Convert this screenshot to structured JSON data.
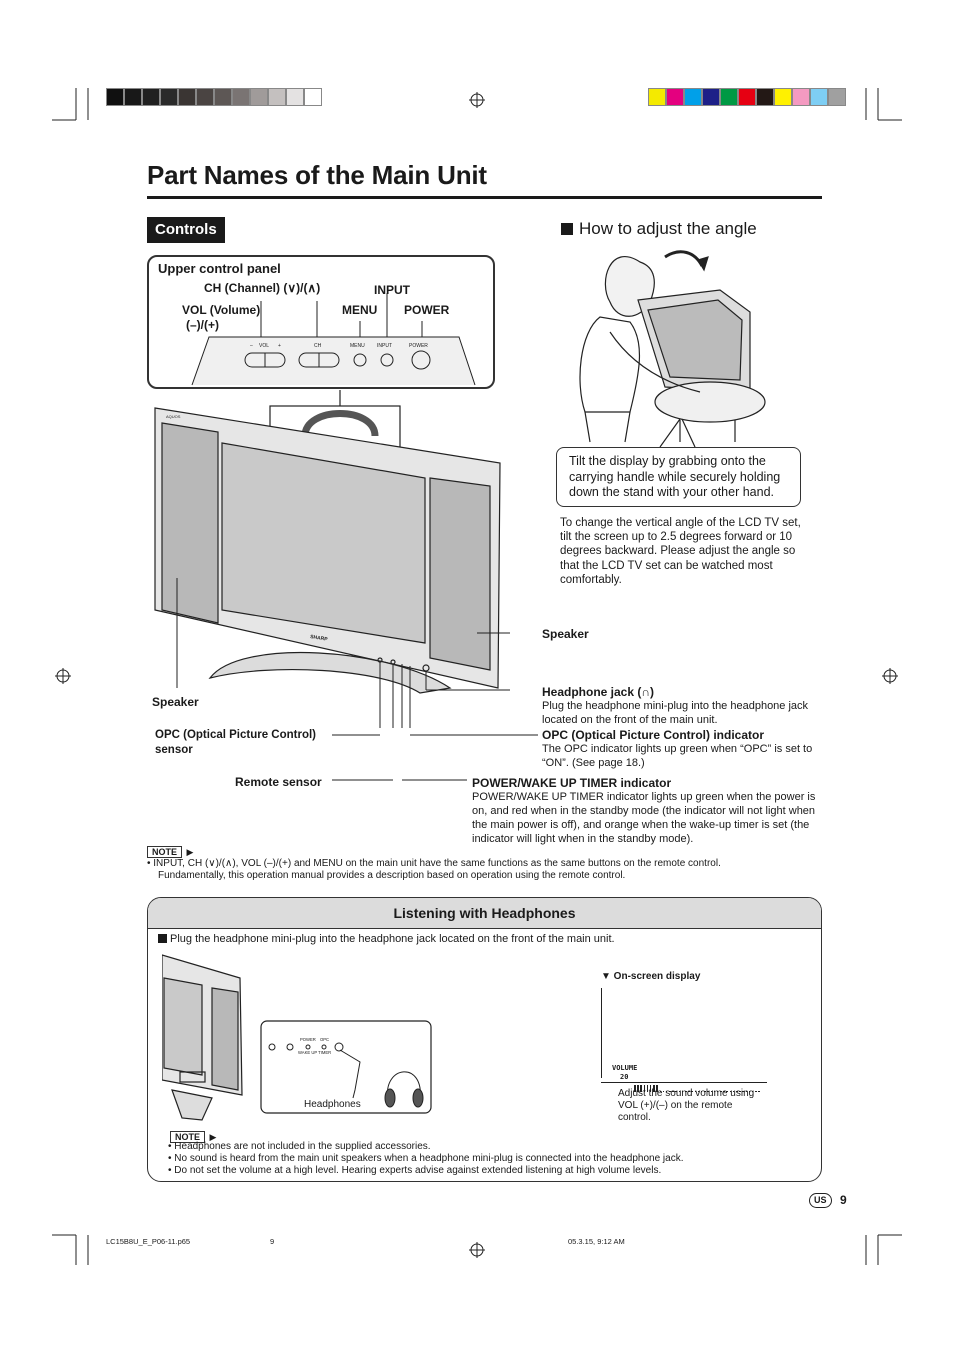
{
  "page": {
    "title": "Part Names of the Main Unit",
    "page_number": "9",
    "region_badge": "US"
  },
  "controls": {
    "tab_label": "Controls",
    "panel_title": "Upper control panel",
    "labels": {
      "ch": "CH (Channel) (∨)/(∧)",
      "input": "INPUT",
      "vol": "VOL (Volume)",
      "vol_sub": "(–)/(+)",
      "menu": "MENU",
      "power": "POWER"
    },
    "panel_print": {
      "minus": "–",
      "vol": "VOL",
      "plus": "+",
      "ch": "CH",
      "menu": "MENU",
      "input": "INPUT",
      "power": "POWER"
    }
  },
  "tv_print": {
    "brand": "SHARP",
    "model": "AQUOS"
  },
  "angle": {
    "heading": "How to adjust the angle",
    "tip": "Tilt the display by grabbing onto the carrying handle while securely holding down the stand with your other hand.",
    "body": "To change the vertical angle of the LCD TV set, tilt the screen up to 2.5 degrees forward or 10 degrees backward. Please adjust the angle so that the LCD TV set can be watched most comfortably."
  },
  "callouts": {
    "speaker_right": "Speaker",
    "speaker_left": "Speaker",
    "headphone_title": "Headphone jack (∩)",
    "headphone_desc": "Plug the headphone mini-plug into the headphone jack located on the front of the main unit.",
    "opc_sensor": "OPC (Optical Picture Control) sensor",
    "opc_ind_title": "OPC (Optical Picture Control) indicator",
    "opc_ind_desc": "The OPC indicator lights up green when “OPC” is set to “ON”. (See page 18.)",
    "remote_sensor": "Remote sensor",
    "power_title": "POWER/WAKE UP TIMER indicator",
    "power_desc": "POWER/WAKE UP TIMER indicator lights up green when the power is on, and red when in the standby mode (the indicator will not light when the main power is off), and orange when the wake-up timer is set (the indicator will light when in the standby mode)."
  },
  "note": {
    "badge": "NOTE",
    "text": "•  INPUT, CH (∨)/(∧), VOL (–)/(+) and MENU on the main unit have the same functions as the same buttons on the remote control.",
    "text2": "Fundamentally, this operation manual provides a description based on operation using the remote control."
  },
  "listening": {
    "heading": "Listening with Headphones",
    "instruction": "Plug the headphone mini-plug into the headphone jack located on the front of the main unit.",
    "onscreen_label": "▼ On-screen display",
    "volume_label": "VOLUME",
    "volume_value": "20",
    "volume_level": 0.2,
    "adjust_text": "Adjust the sound volume using VOL (+)/(–) on the remote control.",
    "headphones_caption": "Headphones",
    "inset_labels": {
      "power": "POWER",
      "opc": "OPC",
      "wake": "WAKE UP TIMER"
    },
    "notes_badge": "NOTE",
    "notes": [
      "Headphones are not included in the supplied accessories.",
      "No sound is heard from the main unit speakers when a headphone mini-plug is connected into the headphone jack.",
      "Do not set the volume at a high level. Hearing experts advise against extended listening at high volume levels."
    ]
  },
  "footer": {
    "file": "LC15B8U_E_P06-11.p65",
    "page": "9",
    "date": "05.3.15, 9:12 AM"
  },
  "colors": {
    "gray_bars": [
      "#101010",
      "#181818",
      "#202020",
      "#2a2a2a",
      "#3a3533",
      "#4a4442",
      "#5d5755",
      "#7a7473",
      "#a09b9a",
      "#c4c0bf",
      "#e4e2e2",
      "#ffffff"
    ],
    "color_bars": [
      "#f4ea00",
      "#e4007f",
      "#00a0e9",
      "#1d2088",
      "#009944",
      "#e60012",
      "#231815",
      "#fff100",
      "#f49ac1",
      "#7ecef4",
      "#a0a0a0"
    ]
  }
}
